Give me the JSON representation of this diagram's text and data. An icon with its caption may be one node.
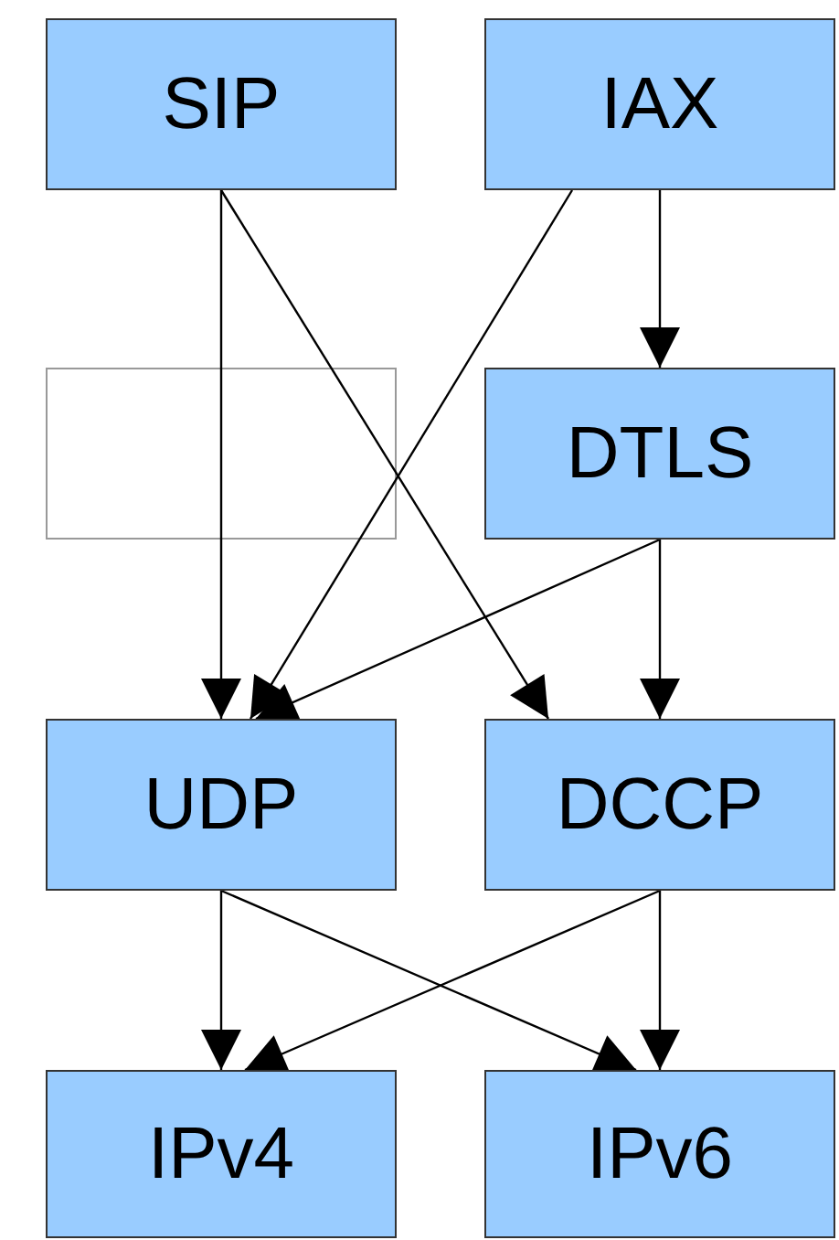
{
  "diagram": {
    "nodes": [
      {
        "text": [
          "SIP"
        ]
      },
      {
        "text": [
          "IAX"
        ]
      },
      {
        "text": [
          "DTLS"
        ]
      },
      {
        "text": [
          "UDP"
        ]
      },
      {
        "text": [
          "DCCP"
        ]
      },
      {
        "text": [
          "IPv4"
        ]
      },
      {
        "text": [
          "IPv6"
        ]
      }
    ],
    "edges": [
      {
        "from": 0,
        "to": 3,
        "arrow": "to"
      },
      {
        "from": 0,
        "to": 4,
        "arrow": "to"
      },
      {
        "from": 1,
        "to": 3,
        "arrow": "to"
      },
      {
        "from": 1,
        "to": 2,
        "arrow": "to"
      },
      {
        "from": 2,
        "to": 3,
        "arrow": "to"
      },
      {
        "from": 2,
        "to": 4,
        "arrow": "to"
      },
      {
        "from": 3,
        "to": 5,
        "arrow": "to"
      },
      {
        "from": 3,
        "to": 6,
        "arrow": "to"
      },
      {
        "from": 4,
        "to": 5,
        "arrow": "to"
      },
      {
        "from": 4,
        "to": 6,
        "arrow": "to"
      }
    ]
  }
}
